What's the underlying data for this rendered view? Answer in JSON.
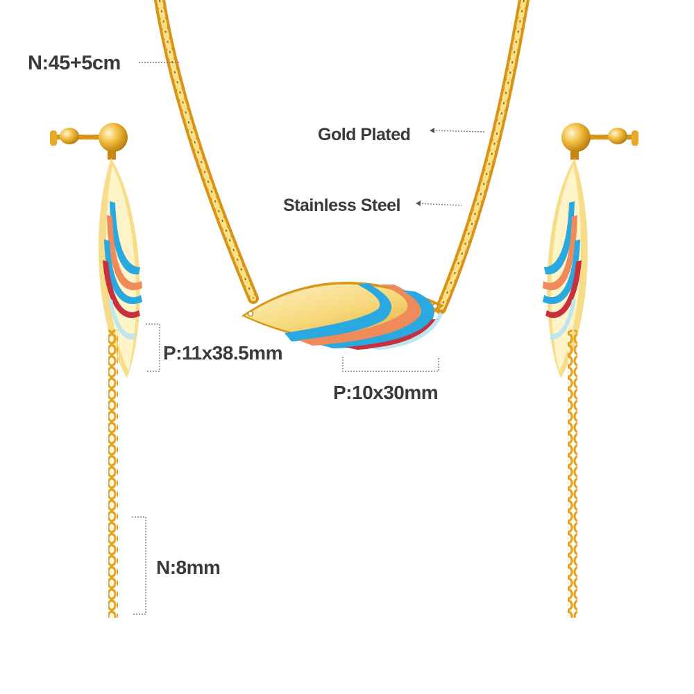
{
  "annotations": {
    "necklace_length": "N:45+5cm",
    "plating": "Gold Plated",
    "material": "Stainless Steel",
    "earring_pendant_size": "P:11x38.5mm",
    "necklace_pendant_size": "P:10x30mm",
    "earring_chain_length": "N:8mm"
  },
  "colors": {
    "gold": "#e8a826",
    "gold_light": "#fbe9a6",
    "enamel_blue": "#2aa9e0",
    "enamel_orange": "#ef8a5a",
    "enamel_red": "#c7303c",
    "enamel_pale_blue": "#bfe6ef"
  }
}
